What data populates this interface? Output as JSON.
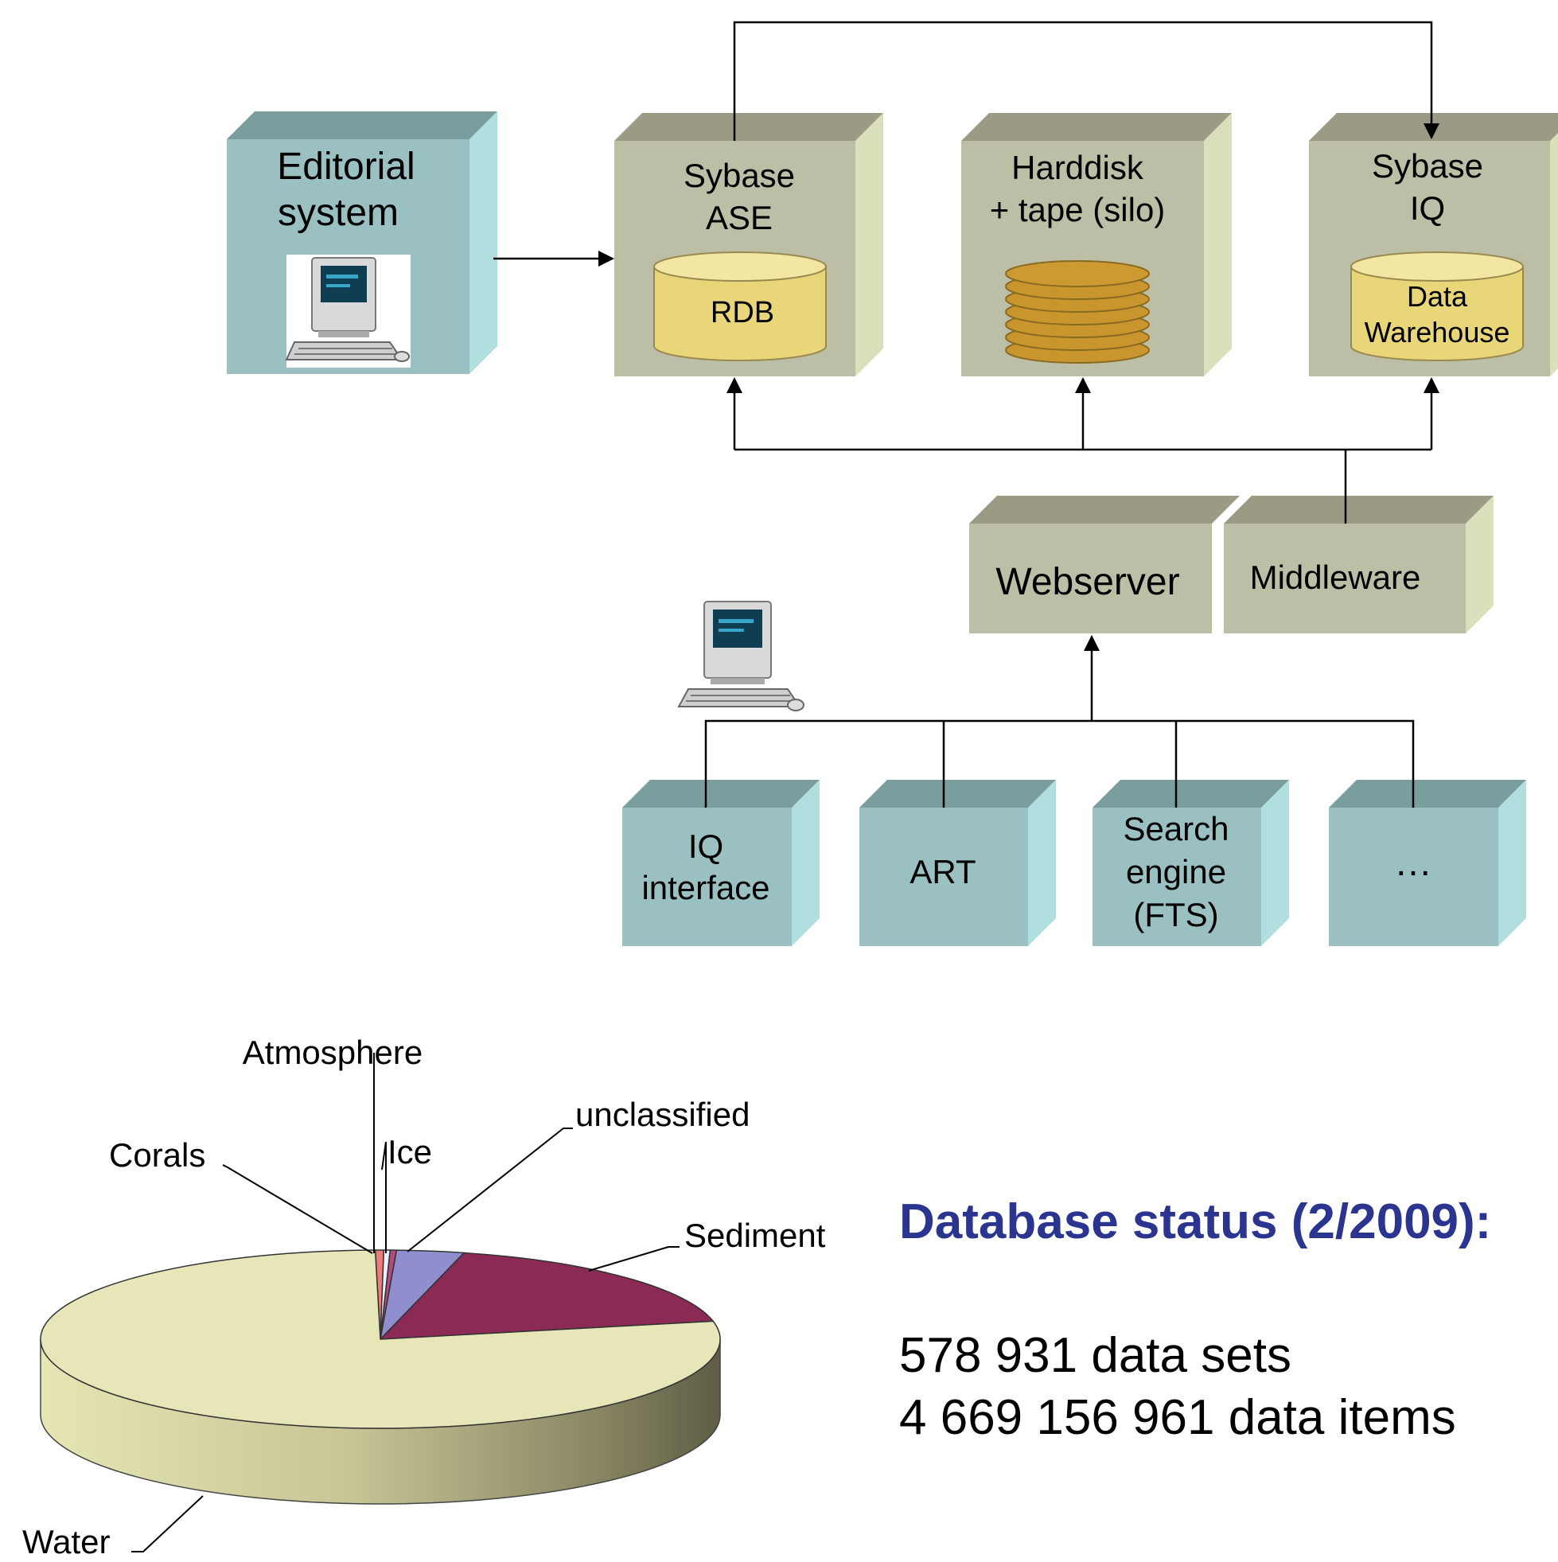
{
  "diagram": {
    "editorial": {
      "line1": "Editorial",
      "line2": "system"
    },
    "sybase_ase": {
      "line1": "Sybase",
      "line2": "ASE",
      "db": "RDB"
    },
    "harddisk": {
      "line1": "Harddisk",
      "line2": "+ tape (silo)"
    },
    "sybase_iq": {
      "line1": "Sybase",
      "line2": "IQ",
      "db_line1": "Data",
      "db_line2": "Warehouse"
    },
    "webserver": "Webserver",
    "middleware": "Middleware",
    "clients": {
      "iq_line1": "IQ",
      "iq_line2": "interface",
      "art": "ART",
      "search_line1": "Search",
      "search_line2": "engine",
      "search_line3": "(FTS)",
      "more": "…"
    }
  },
  "chart_data": {
    "type": "pie",
    "title": "",
    "slices": [
      {
        "label": "Water",
        "value": 78.0,
        "color": "#e7e6b8"
      },
      {
        "label": "Sediment",
        "value": 17.8,
        "color": "#8b2a55"
      },
      {
        "label": "unclassified",
        "value": 3.2,
        "color": "#8f8fd0"
      },
      {
        "label": "Ice",
        "value": 0.3,
        "color": "#b24a80"
      },
      {
        "label": "Atmosphere",
        "value": 0.3,
        "color": "#eaf0ff"
      },
      {
        "label": "Corals",
        "value": 0.4,
        "color": "#f07b7b"
      }
    ]
  },
  "status": {
    "title": "Database status (2/2009):",
    "line1": "578 931 data sets",
    "line2": "4 669 156 961 data items"
  }
}
